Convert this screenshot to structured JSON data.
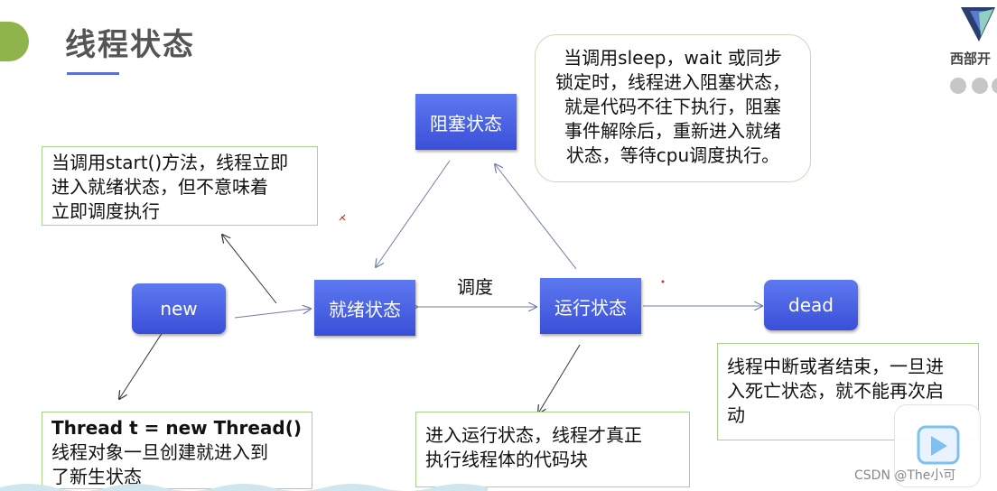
{
  "title": "线程状态",
  "nodes": {
    "new": "new",
    "ready": "就绪状态",
    "blocked": "阻塞状态",
    "running": "运行状态",
    "dead": "dead"
  },
  "edge_label": "调度",
  "notes": {
    "start": [
      "当调用start()方法，线程立即",
      "进入就绪状态，但不意味着",
      "立即调度执行"
    ],
    "sleep": [
      "当调用sleep，wait 或同步",
      "锁定时，线程进入阻塞状态，",
      "就是代码不往下执行，阻塞",
      "事件解除后，重新进入就绪",
      "状态，等待cpu调度执行。"
    ],
    "dead": [
      "线程中断或者结束，一旦进",
      "入死亡状态，就不能再次启",
      "动"
    ],
    "running": [
      "进入运行状态，线程才真正",
      "执行线程体的代码块"
    ],
    "new_code": "Thread t = new Thread()",
    "new_desc": [
      "线程对象一旦创建就进入到",
      "了新生状态"
    ]
  },
  "logo_text": "西部开",
  "watermark": "CSDN @The小可",
  "colors": {
    "node": "#4a63e6",
    "note_border": "#a7d38a",
    "title_tab": "#8fb44b",
    "arrow": "#6f7ea6"
  },
  "icons": [
    "logo-v-icon",
    "play-icon"
  ]
}
